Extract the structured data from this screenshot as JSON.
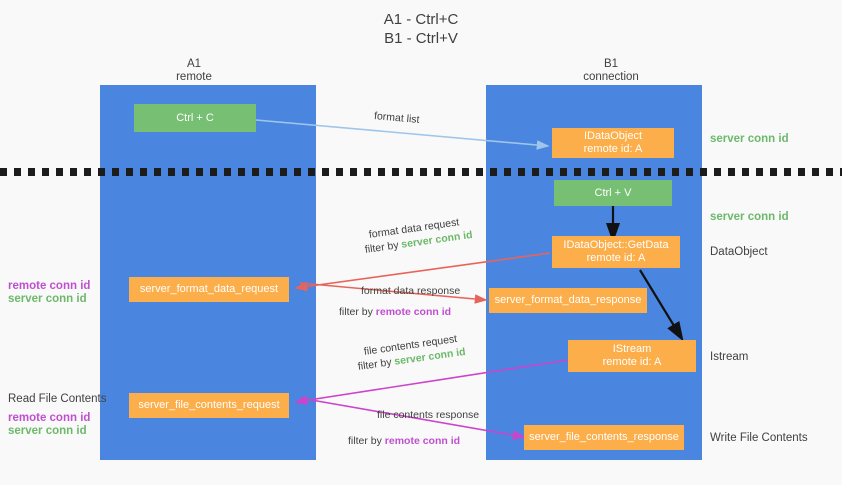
{
  "diagram": {
    "title_line1": "A1 - Ctrl+C",
    "title_line2": "B1 - Ctrl+V",
    "colors": {
      "lane": "#4a86e0",
      "node_orange": "#fbae49",
      "node_green": "#77bf73",
      "server_conn": "#6cb96a",
      "remote_conn": "#c04fd0",
      "arrow_blue": "#9fc5ea",
      "arrow_red": "#e8645a",
      "arrow_magenta": "#cc44cc",
      "arrow_black": "#111111",
      "background": "#f9f9f9"
    }
  },
  "columns": [
    {
      "name": "A1",
      "sub": "remote"
    },
    {
      "name": "B1",
      "sub": "connection"
    }
  ],
  "nodes": {
    "ctrl_c": {
      "line1": "Ctrl + C"
    },
    "ctrl_v": {
      "line1": "Ctrl + V"
    },
    "idataobject_top": {
      "line1": "IDataObject",
      "line2": "remote id: A"
    },
    "idataobject_getdata": {
      "line1": "IDataObject::GetData",
      "line2": "remote id: A"
    },
    "istream": {
      "line1": "IStream",
      "line2": "remote id: A"
    },
    "server_format_data_request": {
      "line1": "server_format_data_request"
    },
    "server_format_data_response": {
      "line1": "server_format_data_response"
    },
    "server_file_contents_request": {
      "line1": "server_file_contents_request"
    },
    "server_file_contents_response": {
      "line1": "server_file_contents_response"
    }
  },
  "right_labels": {
    "server_conn_id_1": "server conn id",
    "server_conn_id_2": "server conn id",
    "dataobject": "DataObject",
    "istream": "Istream",
    "write_file_contents": "Write File Contents"
  },
  "left_labels": {
    "remote_conn_id_1": "remote conn id",
    "server_conn_id_1": "server conn id",
    "read_file_contents": "Read File Contents",
    "remote_conn_id_2": "remote conn id",
    "server_conn_id_2": "server conn id"
  },
  "annotations": {
    "format_list": "format list",
    "format_data_request": "format data request",
    "format_data_request_filter_prefix": "filter by ",
    "format_data_request_filter_key": "server conn id",
    "format_data_response": "format data response",
    "format_data_response_filter_prefix": "filter by ",
    "format_data_response_filter_key": "remote conn id",
    "file_contents_request": "file contents request",
    "file_contents_request_filter_prefix": "filter by ",
    "file_contents_request_filter_key": "server conn id",
    "file_contents_response": "file contents response",
    "file_contents_response_filter_prefix": "filter by ",
    "file_contents_response_filter_key": "remote conn id"
  }
}
